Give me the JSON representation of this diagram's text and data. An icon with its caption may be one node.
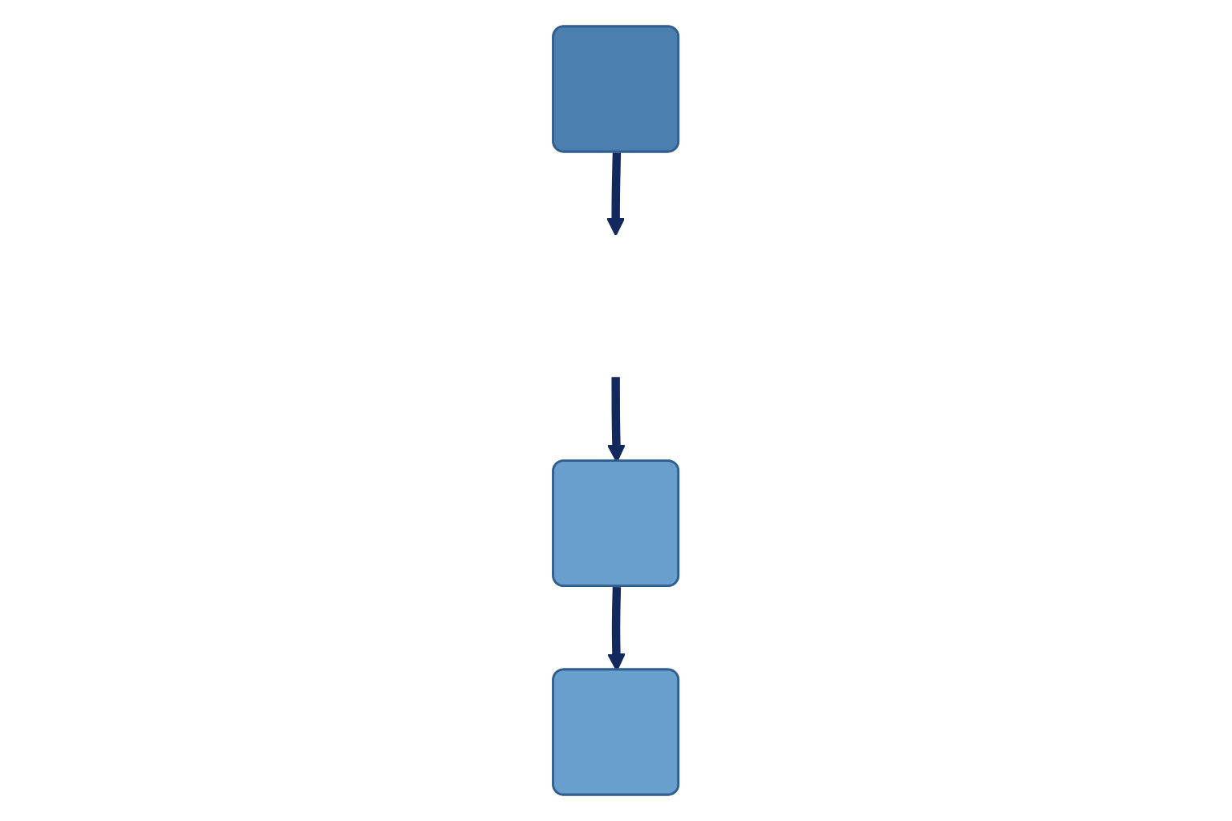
{
  "diagram": {
    "nodes": [
      {
        "text": [],
        "shape": "box"
      },
      {
        "text": [],
        "shape": "box"
      },
      {
        "text": [],
        "shape": "box"
      }
    ],
    "edges": [
      {
        "from": 0,
        "to": null,
        "arrow": "to"
      },
      {
        "from": null,
        "to": 1,
        "arrow": "to"
      },
      {
        "from": 1,
        "to": 2,
        "arrow": "to"
      }
    ]
  }
}
